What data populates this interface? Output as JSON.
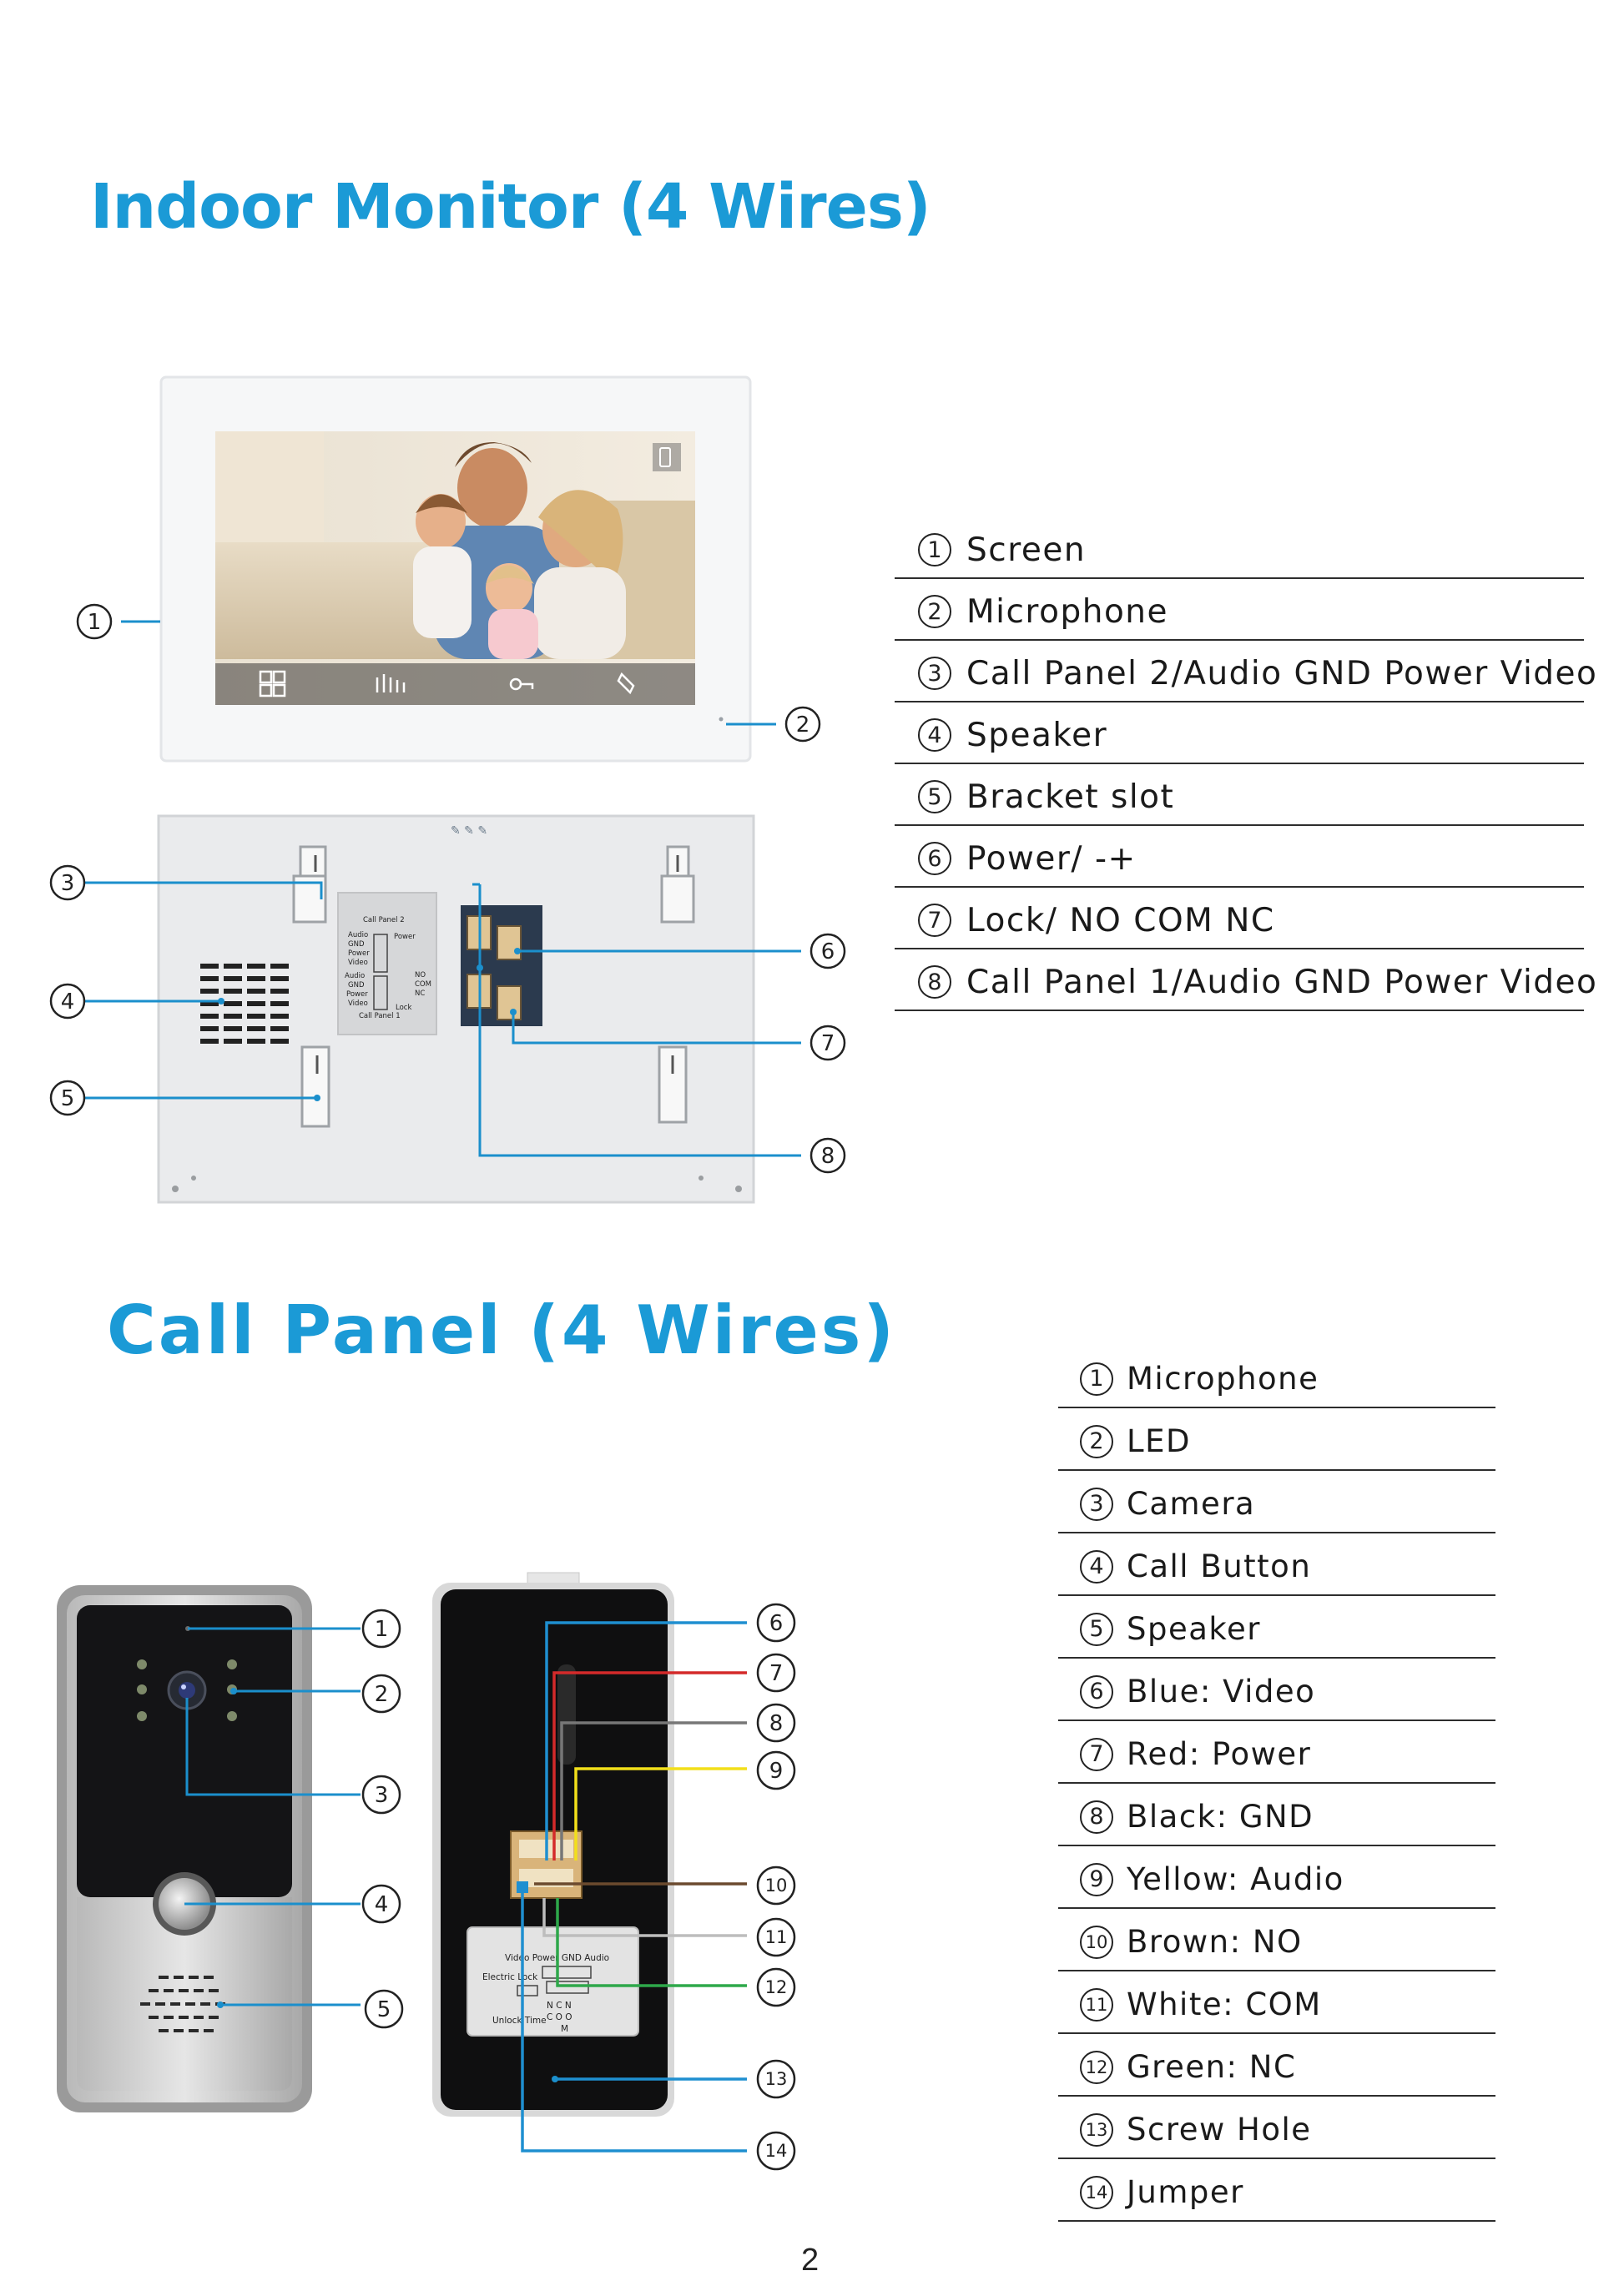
{
  "section1": {
    "title": "Indoor Monitor  (4 Wires)",
    "legend": [
      {
        "n": "1",
        "label": "Screen"
      },
      {
        "n": "2",
        "label": "Microphone"
      },
      {
        "n": "3",
        "label": "Call Panel 2/Audio GND Power Video"
      },
      {
        "n": "4",
        "label": "Speaker"
      },
      {
        "n": "5",
        "label": "Bracket slot"
      },
      {
        "n": "6",
        "label": "Power/ -+"
      },
      {
        "n": "7",
        "label": "Lock/ NO COM NC"
      },
      {
        "n": "8",
        "label": "Call Panel 1/Audio GND Power Video"
      }
    ],
    "back_label": {
      "l1": "Call Panel 2",
      "l2": "Audio",
      "l3": "GND",
      "l4": "Power",
      "l5": "Video",
      "l6": "Power",
      "l7": "Audio",
      "l8": "GND",
      "l9": "Power",
      "l10": "Video",
      "l11": "Call Panel 1",
      "l12": "NO",
      "l13": "COM",
      "l14": "NC",
      "l15": "Lock"
    }
  },
  "section2": {
    "title": "Call Panel (4 Wires)",
    "legend": [
      {
        "n": "1",
        "label": "Microphone"
      },
      {
        "n": "2",
        "label": "LED"
      },
      {
        "n": "3",
        "label": "Camera"
      },
      {
        "n": "4",
        "label": "Call Button"
      },
      {
        "n": "5",
        "label": "Speaker"
      },
      {
        "n": "6",
        "label": "Blue: Video"
      },
      {
        "n": "7",
        "label": "Red: Power"
      },
      {
        "n": "8",
        "label": "Black: GND"
      },
      {
        "n": "9",
        "label": "Yellow: Audio"
      },
      {
        "n": "10",
        "label": "Brown: NO"
      },
      {
        "n": "11",
        "label": "White: COM"
      },
      {
        "n": "12",
        "label": "Green: NC"
      },
      {
        "n": "13",
        "label": "Screw Hole"
      },
      {
        "n": "14",
        "label": "Jumper"
      }
    ],
    "back_label": {
      "l1": "Video Power GND Audio",
      "l2": "Electric Lock",
      "l3": "Unlock Time",
      "l4": "N C N",
      "l5": "C O O",
      "l6": "M"
    },
    "wire_colors": {
      "video": "#1f8fd0",
      "power": "#d42a2a",
      "gnd": "#777777",
      "audio": "#f2df1a",
      "no": "#6b4a2e",
      "com": "#bdbdbd",
      "nc": "#2ea84a",
      "jumper": "#1f8fd0"
    }
  },
  "colors": {
    "accent": "#1b9ad6",
    "callout": "#1b8fcc"
  },
  "page_number": "2"
}
